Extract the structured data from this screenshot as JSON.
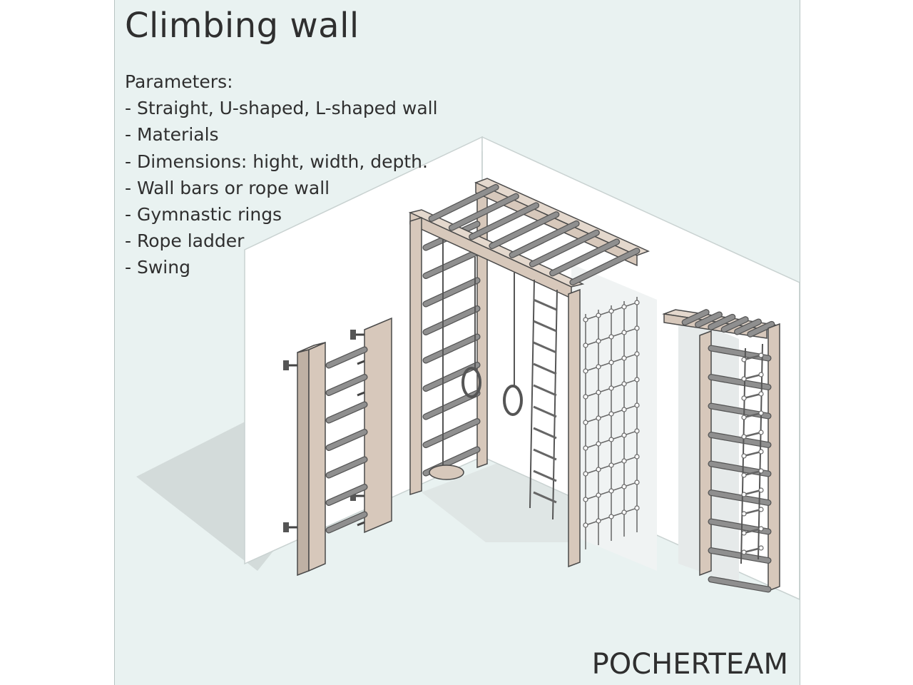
{
  "title": "Climbing wall",
  "params_heading": "Parameters:",
  "params": [
    "Straight, U-shaped, L-shaped wall",
    "Materials",
    "Dimensions: hight, width, depth.",
    "Wall bars or rope wall",
    "Gymnastic rings",
    "Rope ladder",
    "Swing"
  ],
  "brand": "POCHERTEAM",
  "colors": {
    "background": "#e9f2f1",
    "wall": "#ffffff",
    "wood": "#d7c8bb",
    "bar": "#8f8f8f",
    "shadow": "#d3dbda",
    "text": "#2f2f2f"
  }
}
